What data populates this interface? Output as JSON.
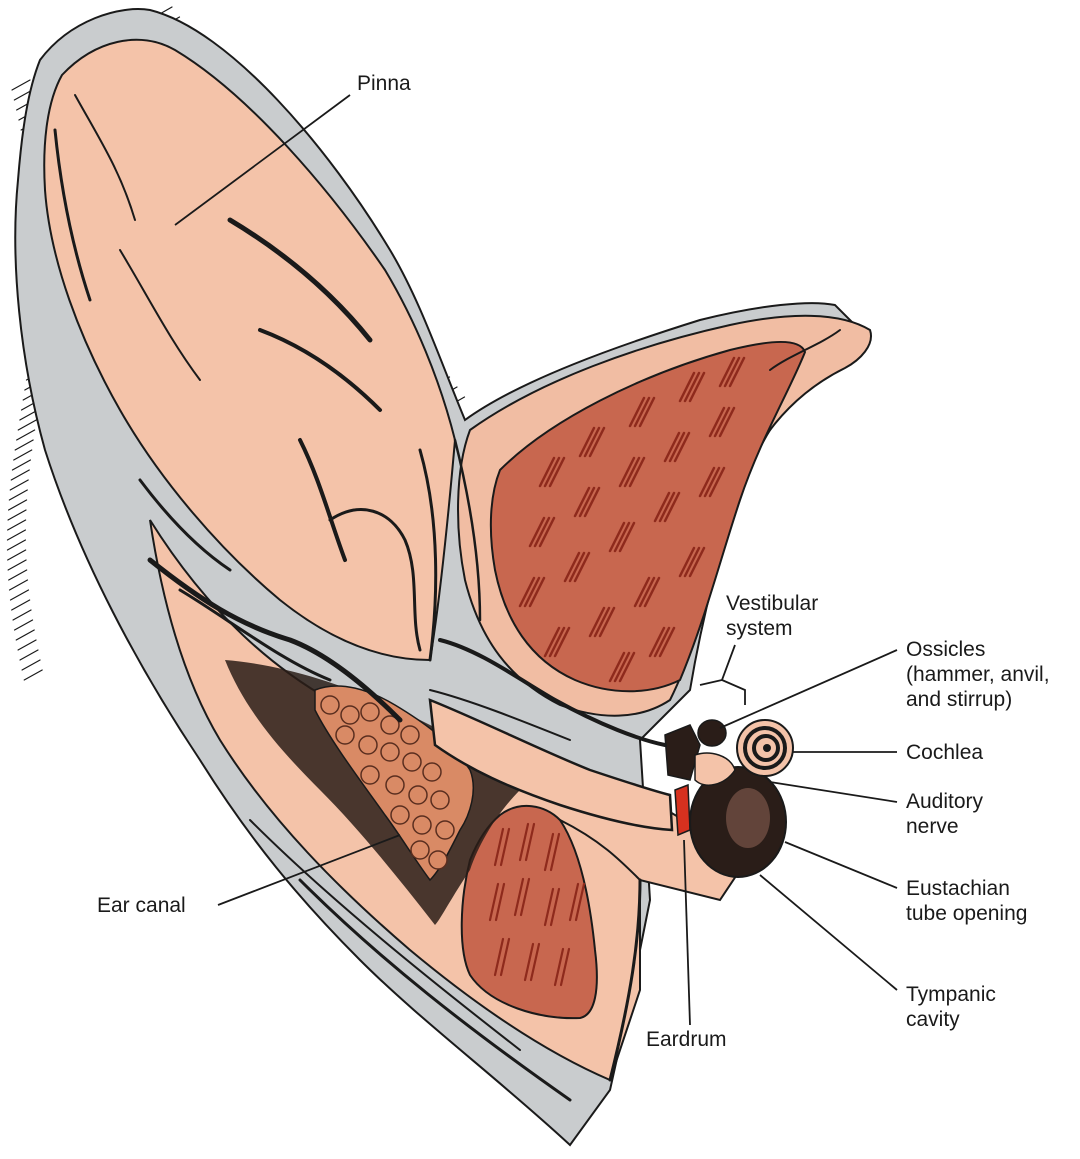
{
  "diagram": {
    "labels": {
      "pinna": "Pinna",
      "vestibular_1": "Vestibular",
      "vestibular_2": "system",
      "ossicles_1": "Ossicles",
      "ossicles_2": "(hammer, anvil,",
      "ossicles_3": "and stirrup)",
      "cochlea": "Cochlea",
      "auditory_1": "Auditory",
      "auditory_2": "nerve",
      "eustachian_1": "Eustachian",
      "eustachian_2": "tube opening",
      "tympanic_1": "Tympanic",
      "tympanic_2": "cavity",
      "eardrum": "Eardrum",
      "ear_canal": "Ear canal"
    },
    "colors": {
      "skin": "#f4c3a9",
      "skin_dark": "#e8a98c",
      "muscle": "#c8674f",
      "muscle_dark": "#8e2a1c",
      "fur_grey": "#c9ccce",
      "ink": "#1a1a1a",
      "eardrum_red": "#d6311f",
      "gland": "#d98a65"
    }
  }
}
